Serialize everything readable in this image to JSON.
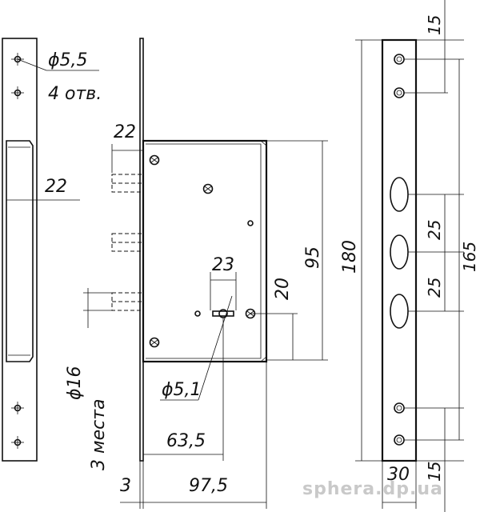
{
  "labels": {
    "hole_dia": "ϕ5,5",
    "hole_count": "4 отв.",
    "front_plate_slot_width": "22",
    "bolt_projection": "22",
    "keyhole_spacing": "23",
    "dim_20": "20",
    "dim_95": "95",
    "dim_180": "180",
    "dim_15_top": "15",
    "dim_25_upper": "25",
    "dim_25_lower": "25",
    "dim_165": "165",
    "bolt_dia": "ϕ16",
    "bolt_places": "3 места",
    "keyhole_dia": "ϕ5,1",
    "backset": "63,5",
    "plate_thickness": "3",
    "case_depth": "97,5",
    "plate_width": "30",
    "dim_15_bottom": "15"
  },
  "watermark": "sphera.dp.ua"
}
